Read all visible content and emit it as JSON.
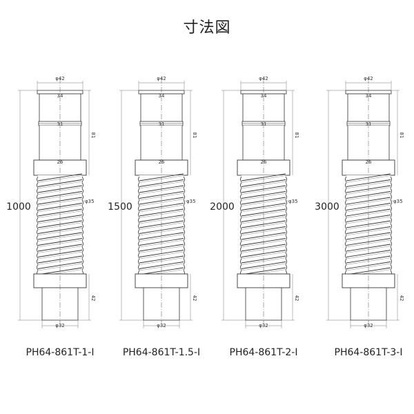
{
  "title": "寸法図",
  "dims": {
    "top_dia": "φ42",
    "d34": "34",
    "d31": "31",
    "d26": "26",
    "h81": "81",
    "bellows_dia": "φ35",
    "h42": "42",
    "bottom_dia": "φ32"
  },
  "drawings": [
    {
      "length": "1000",
      "model": "PH64-861T-1-I"
    },
    {
      "length": "1500",
      "model": "PH64-861T-1.5-I"
    },
    {
      "length": "2000",
      "model": "PH64-861T-2-I"
    },
    {
      "length": "3000",
      "model": "PH64-861T-3-I"
    }
  ]
}
